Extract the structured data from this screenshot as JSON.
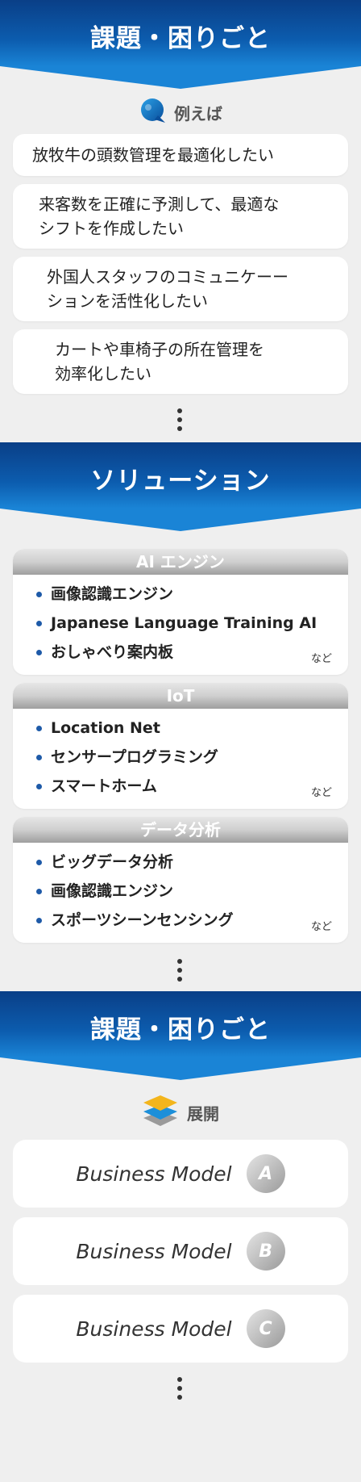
{
  "sections": {
    "problems": {
      "title": "課題・困りごと",
      "subhead": "例えば",
      "items": [
        [
          "放牧牛の頭数管理を最適化したい"
        ],
        [
          "来客数を正確に予測して、最適な",
          "シフトを作成したい"
        ],
        [
          "外国人スタッフのコミュニケーー",
          "ションを活性化したい"
        ],
        [
          "カートや車椅子の所在管理を",
          "効率化したい"
        ]
      ]
    },
    "solutions": {
      "title": "ソリューション",
      "groups": [
        {
          "header": "AI エンジン",
          "items": [
            "画像認識エンジン",
            "Japanese Language Training AI",
            "おしゃべり案内板"
          ],
          "suffix": "など"
        },
        {
          "header": "IoT",
          "items": [
            "Location Net",
            "センサープログラミング",
            "スマートホーム"
          ],
          "suffix": "など"
        },
        {
          "header": "データ分析",
          "items": [
            "ビッグデータ分析",
            "画像認識エンジン",
            "スポーツシーンセンシング"
          ],
          "suffix": "など"
        }
      ]
    },
    "deployment": {
      "title": "課題・困りごと",
      "subhead": "展開",
      "models": [
        {
          "label": "Business Model",
          "badge": "A"
        },
        {
          "label": "Business Model",
          "badge": "B"
        },
        {
          "label": "Business Model",
          "badge": "C"
        }
      ]
    }
  },
  "colors": {
    "banner_dark": "#0a3f87",
    "banner_light": "#1a84d6",
    "bullet": "#1e5aa8",
    "background": "#efefef"
  },
  "icons": {
    "problems_subhead": "speech-bubble-icon",
    "deployment_subhead": "layers-stack-icon",
    "more": "vertical-ellipsis-icon"
  }
}
